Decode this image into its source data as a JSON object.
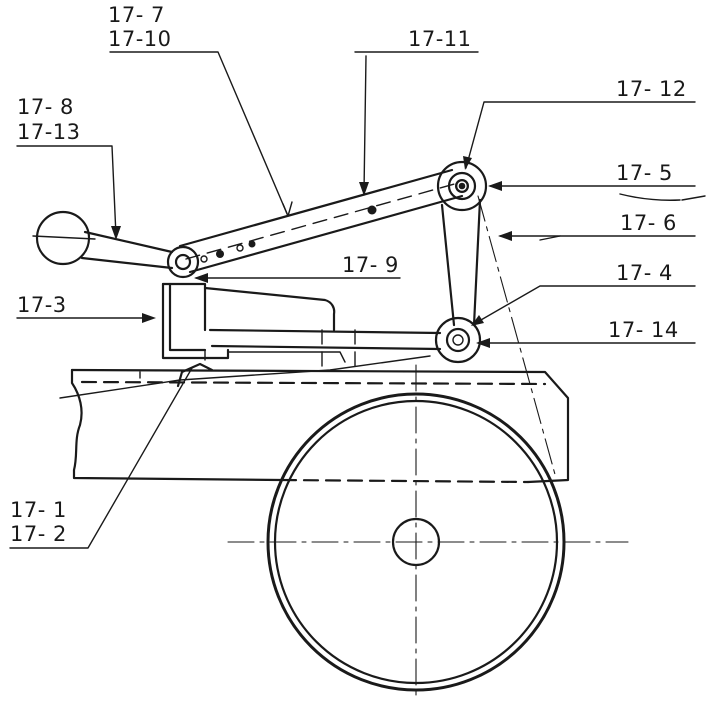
{
  "callouts": {
    "c17_7": "17- 7",
    "c17_10": "17-10",
    "c17_11": "17-11",
    "c17_8": "17- 8",
    "c17_13": "17-13",
    "c17_12": "17- 12",
    "c17_5": "17- 5",
    "c17_6": "17- 6",
    "c17_9": "17- 9",
    "c17_4": "17- 4",
    "c17_3": "17-3",
    "c17_14": "17- 14",
    "c17_1": "17- 1",
    "c17_2": "17- 2"
  },
  "colors": {
    "ink": "#1a1a1a",
    "paper": "#ffffff"
  }
}
